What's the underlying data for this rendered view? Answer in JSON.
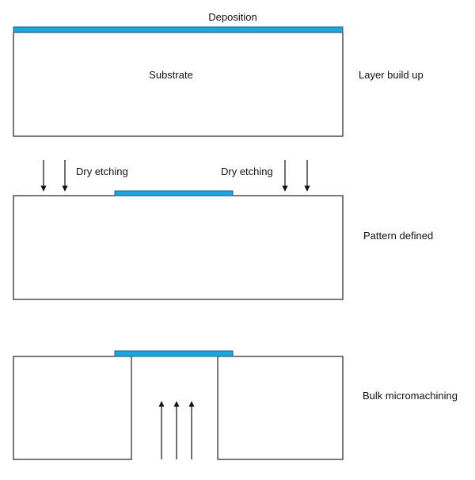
{
  "colors": {
    "layer": "#1aa7e0",
    "outline": "#222222",
    "background": "#ffffff"
  },
  "stage1": {
    "top_label": "Deposition",
    "center_label": "Substrate",
    "side_label": "Layer build up"
  },
  "stage2": {
    "etch_left_label": "Dry etching",
    "etch_right_label": "Dry etching",
    "side_label": "Pattern defined"
  },
  "stage3": {
    "side_label": "Bulk micromachining"
  }
}
